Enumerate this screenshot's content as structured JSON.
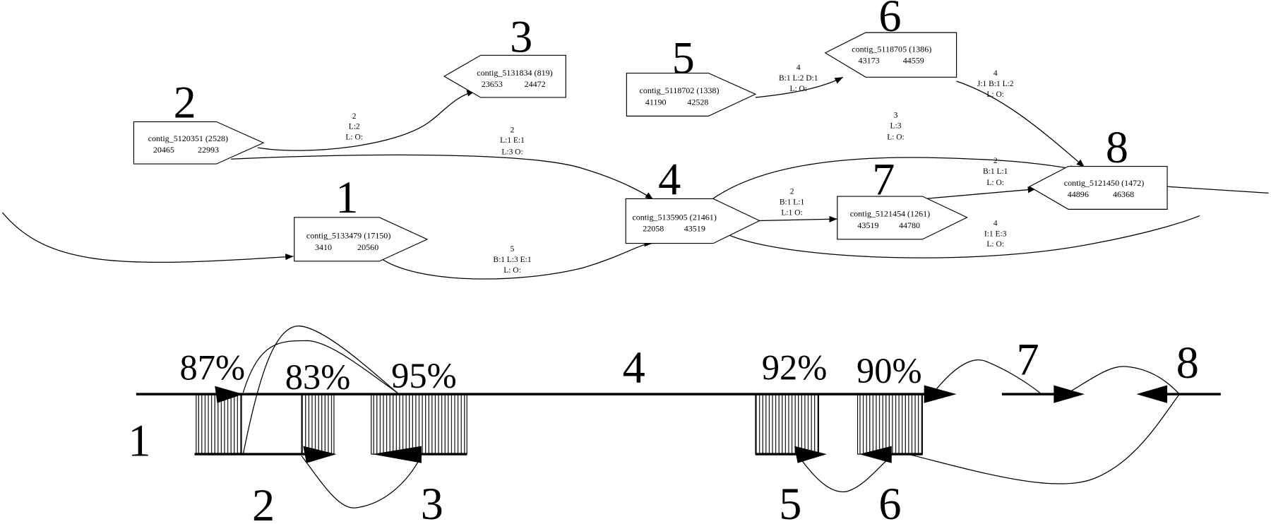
{
  "graph": {
    "nodes": [
      {
        "id": "1",
        "name": "contig_5133479 (17150)",
        "start": "3410",
        "end": "20560"
      },
      {
        "id": "2",
        "name": "contig_5120351 (2528)",
        "start": "20465",
        "end": "22993"
      },
      {
        "id": "3",
        "name": "contig_5131834 (819)",
        "start": "23653",
        "end": "24472"
      },
      {
        "id": "4",
        "name": "contig_5135905 (21461)",
        "start": "22058",
        "end": "43519"
      },
      {
        "id": "5",
        "name": "contig_5118702 (1338)",
        "start": "41190",
        "end": "42528"
      },
      {
        "id": "6",
        "name": "contig_5118705 (1386)",
        "start": "43173",
        "end": "44559"
      },
      {
        "id": "7",
        "name": "contig_5121454 (1261)",
        "start": "43519",
        "end": "44780"
      },
      {
        "id": "8",
        "name": "contig_5121450 (1472)",
        "start": "44896",
        "end": "46368"
      }
    ],
    "edges": [
      {
        "from": "2",
        "to": "3",
        "l1": "2",
        "l2": "L:2",
        "l3": "L:    O:"
      },
      {
        "from": "2",
        "to": "4",
        "l1": "2",
        "l2": "L:1 E:1",
        "l3": "L:3    O:"
      },
      {
        "from": "1",
        "to": "4",
        "l1": "5",
        "l2": "B:1 L:3 E:1",
        "l3": "L:    O:"
      },
      {
        "from": "5",
        "to": "6",
        "l1": "4",
        "l2": "B:1 L:2 D:1",
        "l3": "L:    O:"
      },
      {
        "from": "6",
        "to": "8",
        "l1": "4",
        "l2": "J:1 B:1 L:2",
        "l3": "L:    O:"
      },
      {
        "from": "4",
        "to": "8",
        "l1": "3",
        "l2": "L:3",
        "l3": "L:    O:"
      },
      {
        "from": "4",
        "to": "7",
        "l1": "2",
        "l2": "B:1 L:1",
        "l3": "L:1    O:"
      },
      {
        "from": "7",
        "to": "8",
        "l1": "2",
        "l2": "B:1 L:1",
        "l3": "L:    O:"
      },
      {
        "from": "4",
        "to": "out",
        "l1": "4",
        "l2": "I:1 E:3",
        "l3": "L:    O:"
      }
    ]
  },
  "alignment": {
    "percentages": [
      "87%",
      "83%",
      "95%",
      "92%",
      "90%"
    ],
    "labels": [
      "1",
      "2",
      "3",
      "4",
      "5",
      "6",
      "7",
      "8"
    ]
  }
}
